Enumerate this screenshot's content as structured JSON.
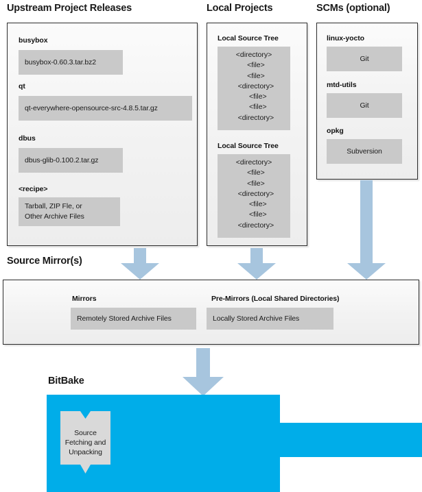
{
  "colors": {
    "arrow_blue": "#a7c5de",
    "bitbake_blue": "#00ade9",
    "grey_fill": "#c9c9c9",
    "panel_border": "#2b2b2b",
    "text": "#1a1a1a"
  },
  "sections": {
    "upstream": {
      "title": "Upstream Project Releases",
      "items": [
        {
          "label": "busybox",
          "value": "busybox-0.60.3.tar.bz2"
        },
        {
          "label": "qt",
          "value": "qt-everywhere-opensource-src-4.8.5.tar.gz"
        },
        {
          "label": "dbus",
          "value": "dbus-glib-0.100.2.tar.gz"
        },
        {
          "label": "<recipe>",
          "value_line1": "Tarball, ZIP Fle, or",
          "value_line2": "Other Archive Files"
        }
      ]
    },
    "local_projects": {
      "title": "Local Projects",
      "items": [
        {
          "label": "Local Source Tree",
          "tree": "<directory>\n  <file>\n  <file>\n  <directory>\n    <file>\n    <file>\n  <directory>"
        },
        {
          "label": "Local Source Tree",
          "tree": "<directory>\n  <file>\n  <file>\n  <directory>\n    <file>\n    <file>\n  <directory>"
        }
      ]
    },
    "scms": {
      "title": "SCMs (optional)",
      "items": [
        {
          "label": "linux-yocto",
          "value": "Git"
        },
        {
          "label": "mtd-utils",
          "value": "Git"
        },
        {
          "label": "opkg",
          "value": "Subversion"
        }
      ]
    },
    "source_mirrors": {
      "title": "Source Mirror(s)",
      "items": [
        {
          "label": "Mirrors",
          "value": "Remotely Stored Archive Files"
        },
        {
          "label": "Pre-Mirrors (Local Shared Directories)",
          "value": "Locally Stored Archive Files"
        }
      ]
    },
    "bitbake": {
      "title": "BitBake",
      "task": {
        "line1": "Source",
        "line2": "Fetching and",
        "line3": "Unpacking"
      }
    }
  },
  "arrows": [
    {
      "name": "upstream-to-mirrors"
    },
    {
      "name": "local-projects-to-mirrors"
    },
    {
      "name": "scms-to-mirrors"
    },
    {
      "name": "mirrors-to-bitbake"
    }
  ]
}
